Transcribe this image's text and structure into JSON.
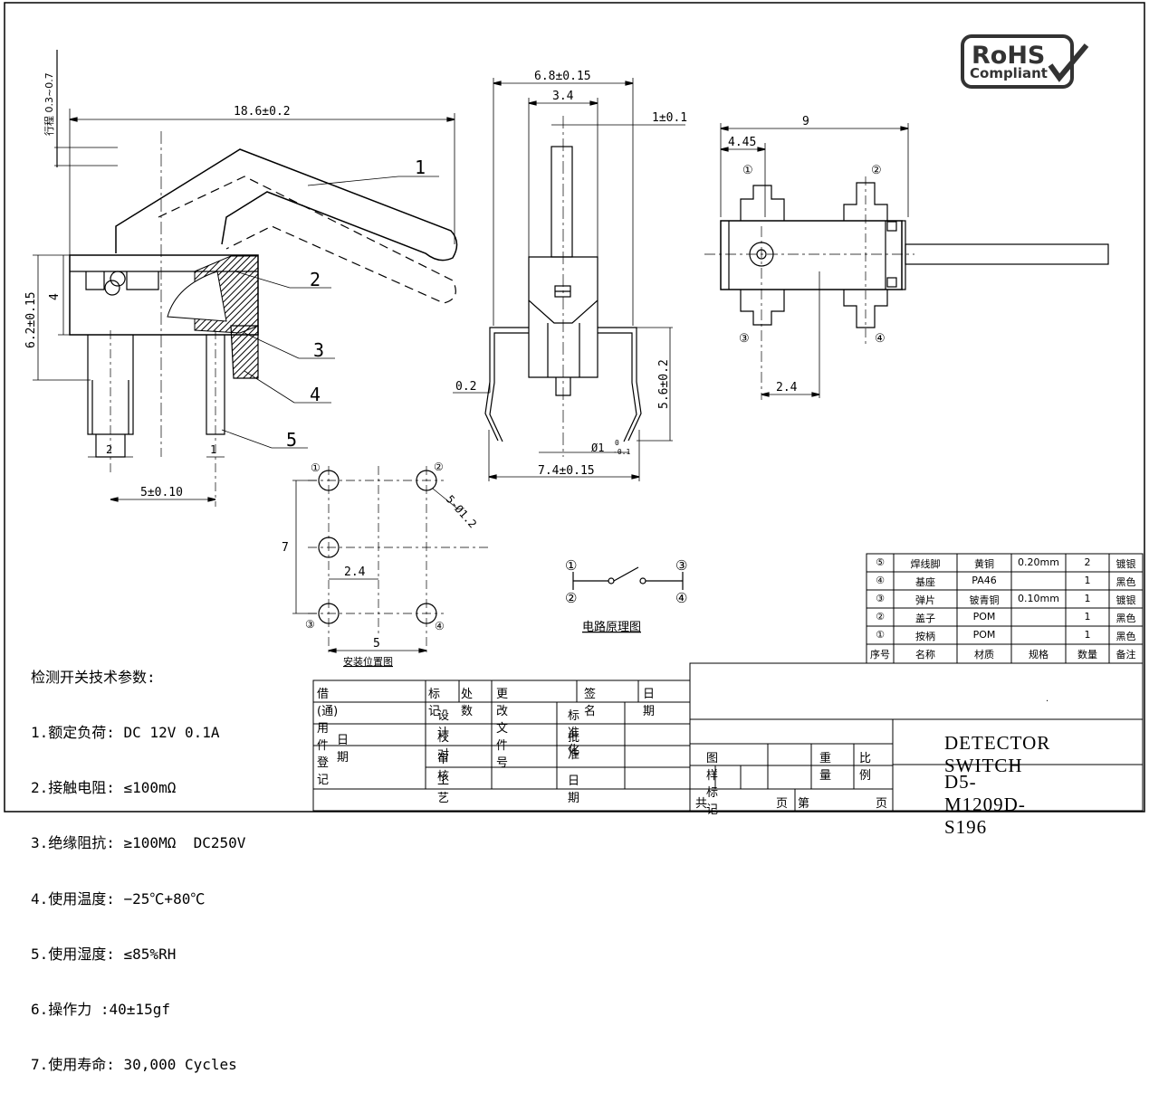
{
  "side_view": {
    "travel": "行程 0.3~0.7",
    "length": "18.6±0.2",
    "height": "6.2±0.15",
    "base_h": "4",
    "pin_w1": "2",
    "pin_w2": "1",
    "pin_pitch": "5±0.10",
    "callouts": [
      "1",
      "2",
      "3",
      "4",
      "5"
    ]
  },
  "front_view": {
    "width": "6.8±0.15",
    "lever": "3.4",
    "lever_t": "1±0.1",
    "pin_t": "0.2",
    "pin_h": "5.6±0.2",
    "pin_d": "Ø1",
    "pin_d_tol_upper": "0",
    "pin_d_tol_lower": "-0.1",
    "overall": "7.4±0.15"
  },
  "top_view": {
    "dim_9": "9",
    "dim_445": "4.45",
    "dim_24": "2.4",
    "pins": [
      "①",
      "②",
      "③",
      "④"
    ]
  },
  "mount": {
    "pins": [
      "①",
      "②",
      "③",
      "④"
    ],
    "hole": "5-Ø1.2",
    "dim_7": "7",
    "dim_24": "2.4",
    "dim_5": "5",
    "caption": "安装位置图"
  },
  "circuit": {
    "caption": "电路原理图",
    "nodes": [
      "①",
      "②",
      "③",
      "④"
    ]
  },
  "rohs": {
    "line1": "RoHS",
    "line2": "Compliant"
  },
  "params": {
    "title": "检测开关技术参数:",
    "items": [
      "1.额定负荷: DC 12V 0.1A",
      "2.接触电阻: ≤100mΩ",
      "3.绝缘阻抗: ≥100MΩ  DC250V",
      "4.使用温度: −25℃+80℃",
      "5.使用湿度: ≤85%RH",
      "6.操作力 :40±15gf",
      "7.使用寿命: 30,000 Cycles"
    ]
  },
  "bom": {
    "headers": [
      "序号",
      "名称",
      "材质",
      "规格",
      "数量",
      "备注"
    ],
    "rows": [
      [
        "⑤",
        "焊线脚",
        "黄铜",
        "0.20mm",
        "2",
        "镀银"
      ],
      [
        "④",
        "基座",
        "PA46",
        "",
        "1",
        "黑色"
      ],
      [
        "③",
        "弹片",
        "铍青铜",
        "0.10mm",
        "1",
        "镀银"
      ],
      [
        "②",
        "盖子",
        "POM",
        "",
        "1",
        "黑色"
      ],
      [
        "①",
        "按柄",
        "POM",
        "",
        "1",
        "黑色"
      ]
    ]
  },
  "title_block": {
    "h1": "借(通)用件登记",
    "h2": "标记",
    "h3": "处数",
    "h4": "更改文件号",
    "h5": "签　名",
    "h6": "日　期",
    "date": "日　　期",
    "design": "设　计",
    "check": "校　对",
    "review": "审　核",
    "craft": "工　艺",
    "std": "标准化",
    "approve": "批　准",
    "date2": "日　期",
    "sample_mark": "图样标记",
    "weight": "重量",
    "ratio": "比例",
    "total": "共",
    "page": "页",
    "nth": "第",
    "page2": "页",
    "dot": "·",
    "part_name": "DETECTOR SWITCH",
    "part_no": "D5-M1209D-S196"
  }
}
